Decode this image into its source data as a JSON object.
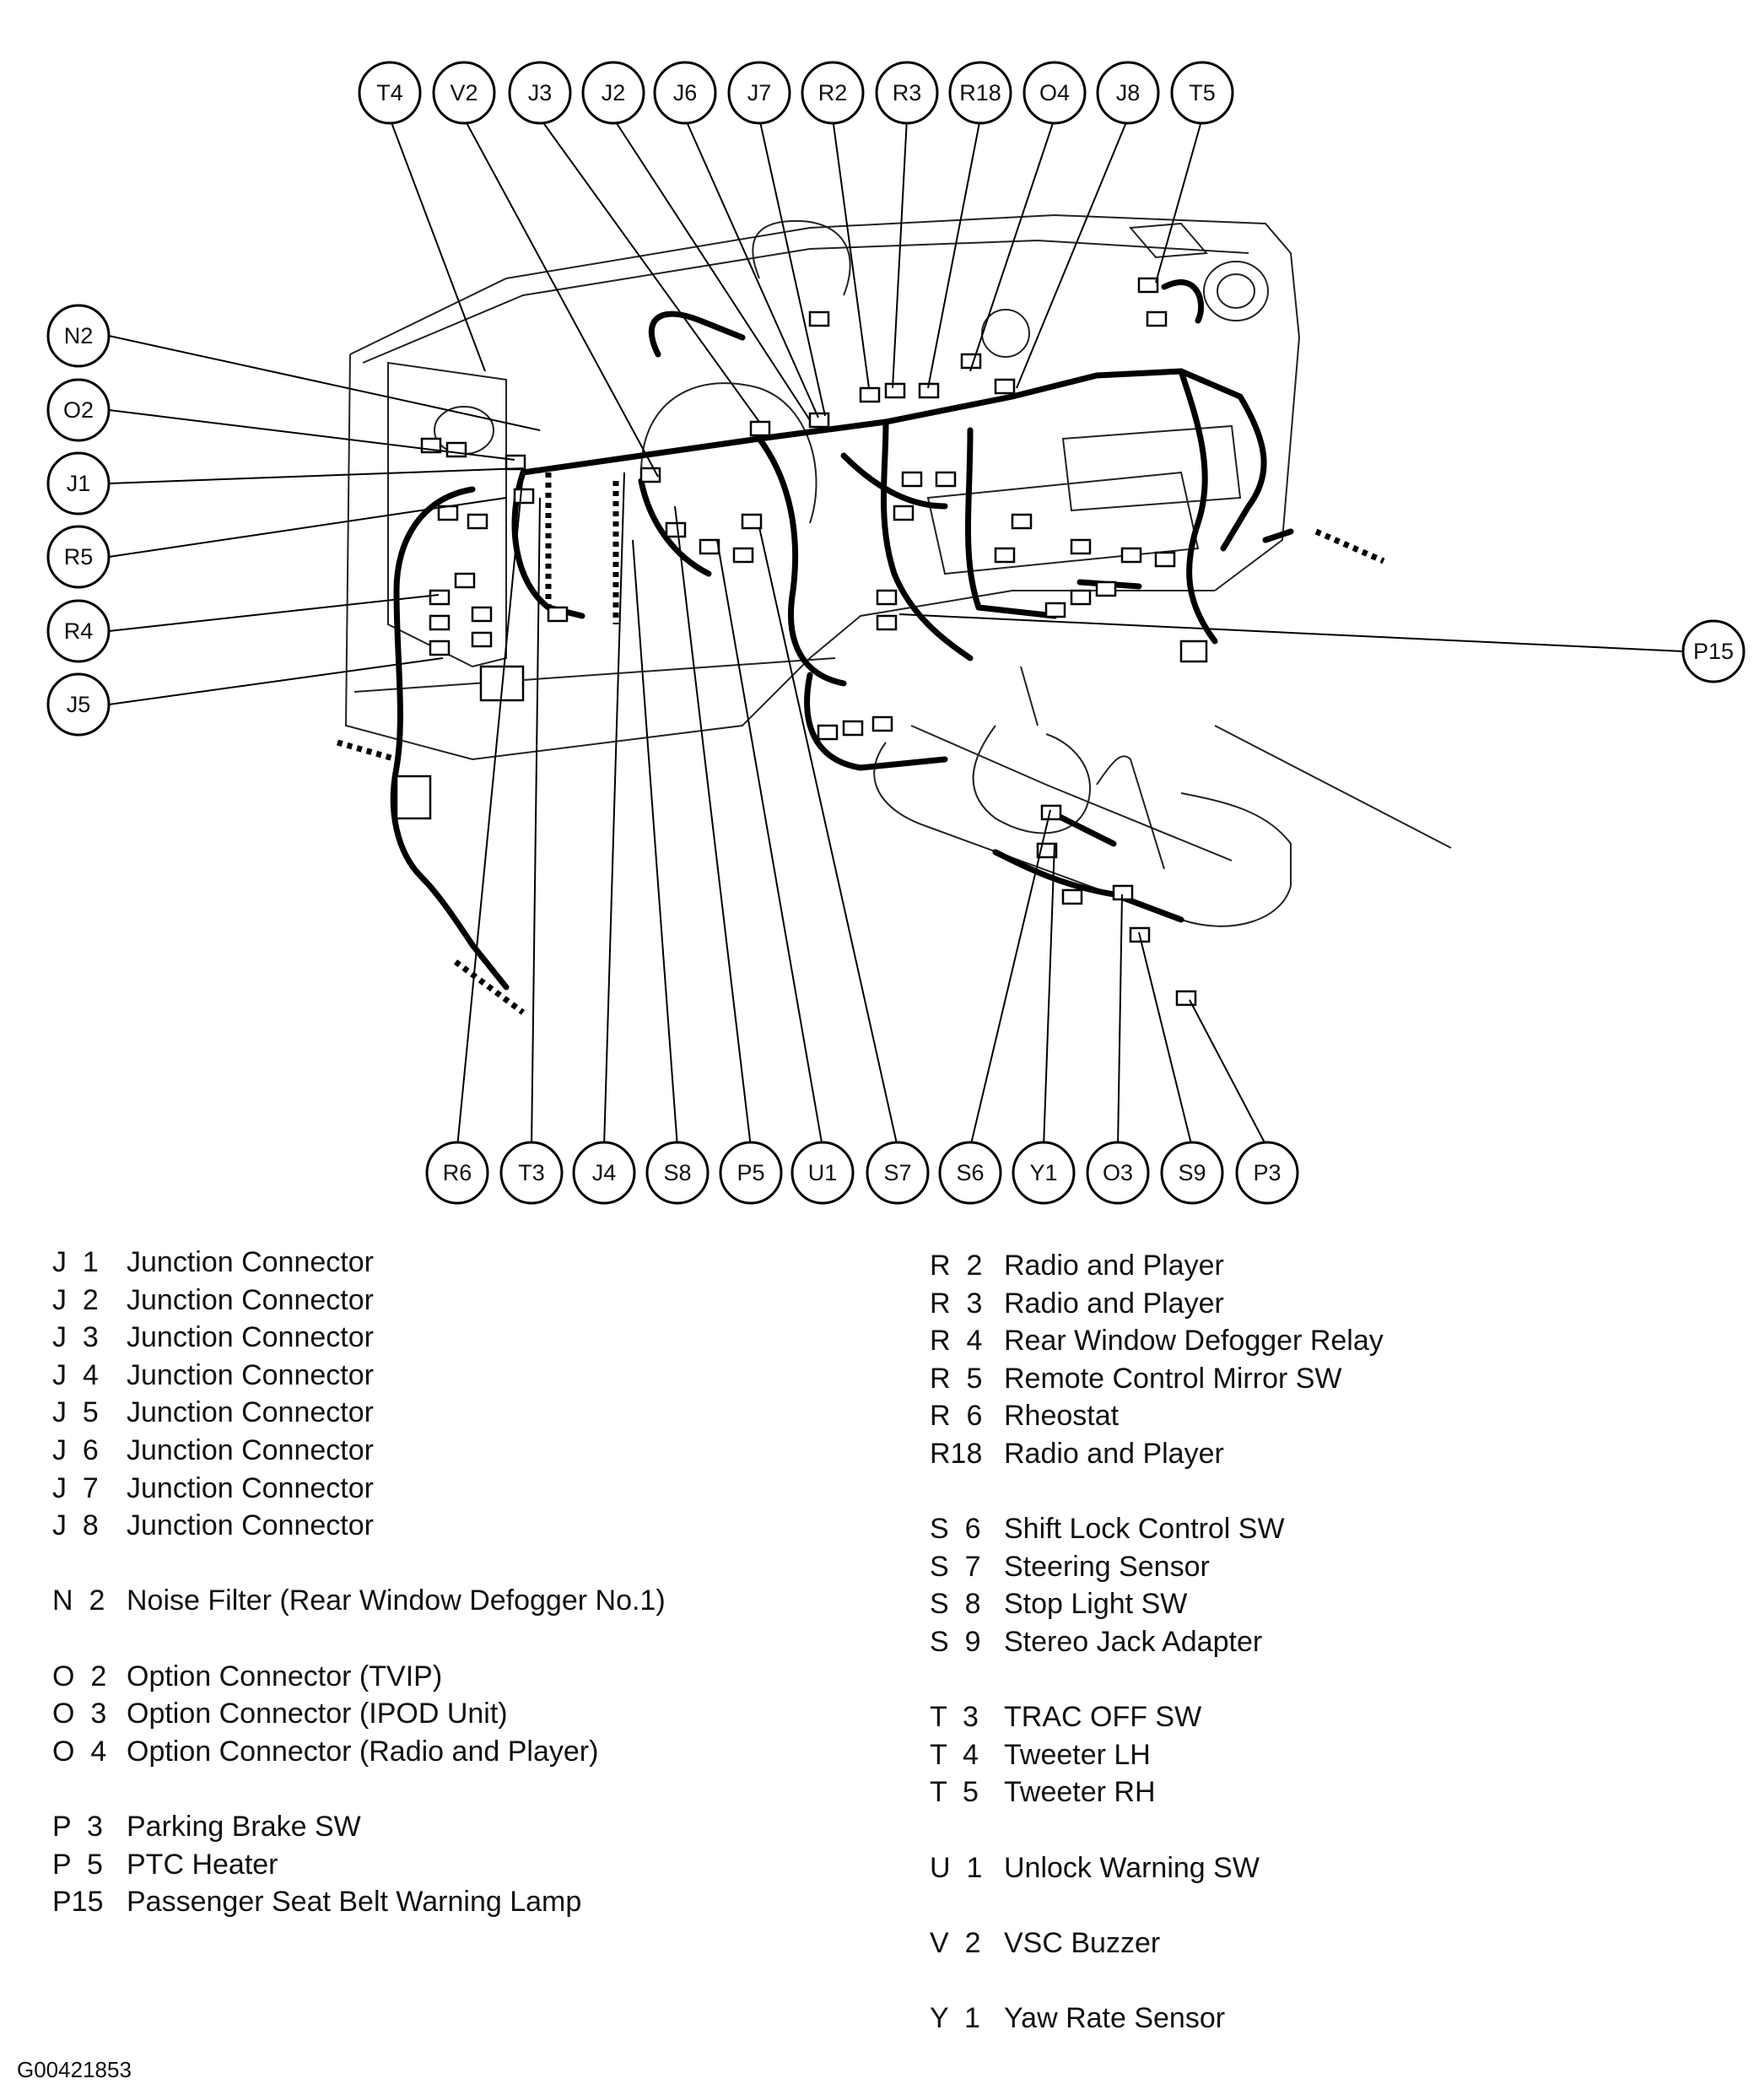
{
  "callouts_top": [
    "T4",
    "V2",
    "J3",
    "J2",
    "J6",
    "J7",
    "R2",
    "R3",
    "R18",
    "O4",
    "J8",
    "T5"
  ],
  "callouts_left": [
    "N2",
    "O2",
    "J1",
    "R5",
    "R4",
    "J5"
  ],
  "callouts_right": [
    "P15"
  ],
  "callouts_bottom": [
    "R6",
    "T3",
    "J4",
    "S8",
    "P5",
    "U1",
    "S7",
    "S6",
    "Y1",
    "O3",
    "S9",
    "P3"
  ],
  "legend_left": [
    {
      "code": "J  1",
      "desc": "Junction Connector"
    },
    {
      "code": "J  2",
      "desc": "Junction Connector"
    },
    {
      "code": "J  3",
      "desc": "Junction Connector"
    },
    {
      "code": "J  4",
      "desc": "Junction Connector"
    },
    {
      "code": "J  5",
      "desc": "Junction Connector"
    },
    {
      "code": "J  6",
      "desc": "Junction Connector"
    },
    {
      "code": "J  7",
      "desc": "Junction Connector"
    },
    {
      "code": "J  8",
      "desc": "Junction Connector"
    },
    null,
    {
      "code": "N  2",
      "desc": "Noise Filter (Rear Window Defogger No.1)"
    },
    null,
    {
      "code": "O  2",
      "desc": "Option Connector (TVIP)"
    },
    {
      "code": "O  3",
      "desc": "Option Connector (IPOD Unit)"
    },
    {
      "code": "O  4",
      "desc": "Option Connector (Radio and Player)"
    },
    null,
    {
      "code": "P  3",
      "desc": "Parking Brake SW"
    },
    {
      "code": "P  5",
      "desc": "PTC Heater"
    },
    {
      "code": "P15",
      "desc": "Passenger Seat Belt Warning Lamp"
    }
  ],
  "legend_right": [
    {
      "code": "R  2",
      "desc": "Radio and Player"
    },
    {
      "code": "R  3",
      "desc": "Radio and Player"
    },
    {
      "code": "R  4",
      "desc": "Rear Window Defogger Relay"
    },
    {
      "code": "R  5",
      "desc": "Remote Control Mirror SW"
    },
    {
      "code": "R  6",
      "desc": "Rheostat"
    },
    {
      "code": "R18",
      "desc": "Radio and Player"
    },
    null,
    {
      "code": "S  6",
      "desc": "Shift Lock Control SW"
    },
    {
      "code": "S  7",
      "desc": "Steering Sensor"
    },
    {
      "code": "S  8",
      "desc": "Stop Light SW"
    },
    {
      "code": "S  9",
      "desc": "Stereo Jack Adapter"
    },
    null,
    {
      "code": "T  3",
      "desc": "TRAC OFF SW"
    },
    {
      "code": "T  4",
      "desc": "Tweeter LH"
    },
    {
      "code": "T  5",
      "desc": "Tweeter RH"
    },
    null,
    {
      "code": "U  1",
      "desc": "Unlock Warning SW"
    },
    null,
    {
      "code": "V  2",
      "desc": "VSC Buzzer"
    },
    null,
    {
      "code": "Y  1",
      "desc": "Yaw Rate Sensor"
    }
  ],
  "figure_id": "G00421853"
}
